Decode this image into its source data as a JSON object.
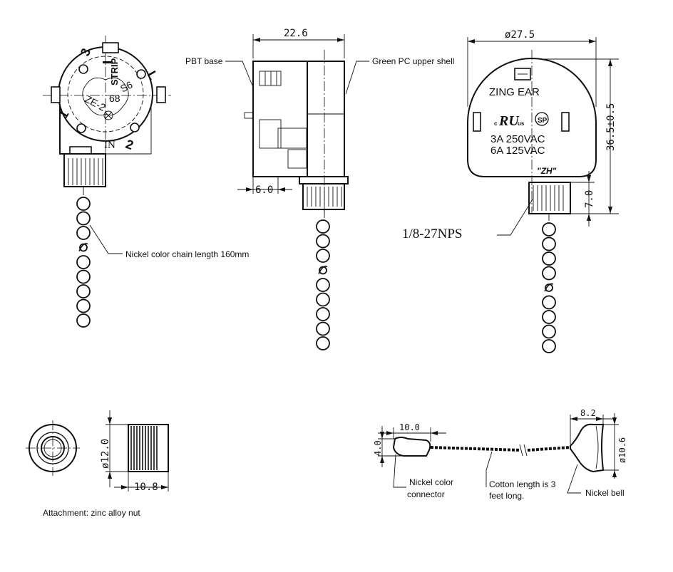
{
  "labels": {
    "pbt_base": "PBT base",
    "green_shell": "Green PC upper shell",
    "chain": "Nickel color chain length 160mm",
    "attachment": "Attachment: zinc alloy nut",
    "connector_line1": "Nickel color",
    "connector_line2": "connector",
    "cotton_line1": "Cotton length is 3",
    "cotton_line2": "feet long.",
    "bell": "Nickel bell",
    "thread": "1/8-27NPS"
  },
  "dimensions": {
    "width_side": "22.6",
    "depth_stem": "6.0",
    "diameter_front": "ø27.5",
    "height_front": "36.5±0.5",
    "stem_height": "7.0",
    "nut_diameter": "ø12.0",
    "nut_length": "10.8",
    "connector_length": "10.0",
    "connector_height": "4.0",
    "bell_length": "8.2",
    "bell_diameter": "ø10.6"
  },
  "switch_face": {
    "brand": "ZING EAR",
    "rating1": "3A  250VAC",
    "rating2": "6A  125VAC",
    "mark": "\"ZH\"",
    "ul_c": "c",
    "ul_us": "us"
  },
  "rear_face": {
    "model_a": "ZE-2",
    "model_b": "68",
    "model_c": "S6",
    "strip": "STRIP",
    "in": "IN",
    "n1": "1",
    "n2": "2",
    "n3": "3",
    "nL": "L"
  }
}
